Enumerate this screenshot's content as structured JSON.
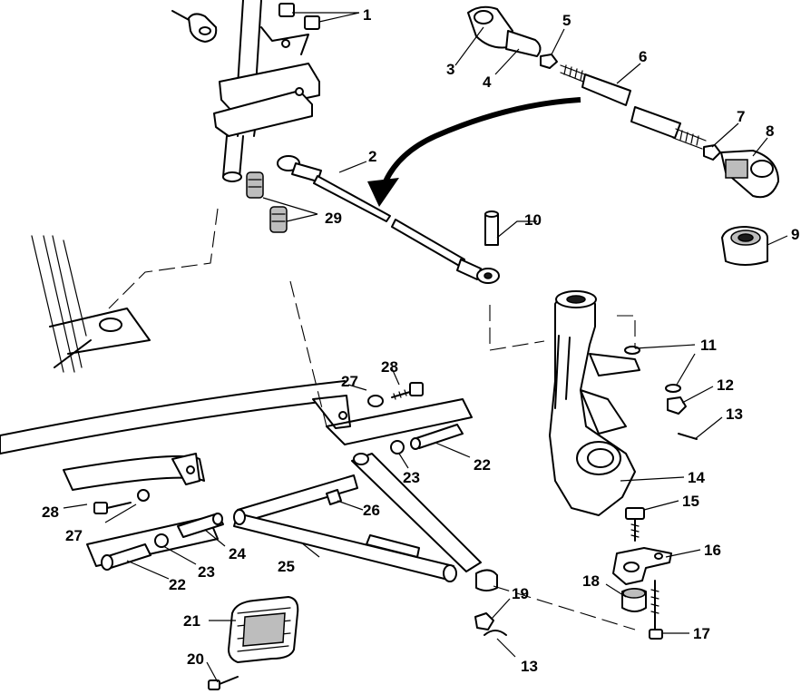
{
  "diagram": {
    "callouts": [
      {
        "id": "c1",
        "label": "1"
      },
      {
        "id": "c2",
        "label": "2"
      },
      {
        "id": "c3",
        "label": "3"
      },
      {
        "id": "c4",
        "label": "4"
      },
      {
        "id": "c5",
        "label": "5"
      },
      {
        "id": "c6",
        "label": "6"
      },
      {
        "id": "c7",
        "label": "7"
      },
      {
        "id": "c8",
        "label": "8"
      },
      {
        "id": "c9",
        "label": "9"
      },
      {
        "id": "c10",
        "label": "10"
      },
      {
        "id": "c11",
        "label": "11"
      },
      {
        "id": "c12",
        "label": "12"
      },
      {
        "id": "c13a",
        "label": "13"
      },
      {
        "id": "c14",
        "label": "14"
      },
      {
        "id": "c15",
        "label": "15"
      },
      {
        "id": "c16",
        "label": "16"
      },
      {
        "id": "c17",
        "label": "17"
      },
      {
        "id": "c18",
        "label": "18"
      },
      {
        "id": "c19",
        "label": "19"
      },
      {
        "id": "c13b",
        "label": "13"
      },
      {
        "id": "c20",
        "label": "20"
      },
      {
        "id": "c21",
        "label": "21"
      },
      {
        "id": "c22a",
        "label": "22"
      },
      {
        "id": "c23a",
        "label": "23"
      },
      {
        "id": "c22b",
        "label": "22"
      },
      {
        "id": "c23b",
        "label": "23"
      },
      {
        "id": "c24",
        "label": "24"
      },
      {
        "id": "c25",
        "label": "25"
      },
      {
        "id": "c26",
        "label": "26"
      },
      {
        "id": "c27a",
        "label": "27"
      },
      {
        "id": "c28a",
        "label": "28"
      },
      {
        "id": "c27b",
        "label": "27"
      },
      {
        "id": "c28b",
        "label": "28"
      },
      {
        "id": "c29",
        "label": "29"
      }
    ]
  }
}
